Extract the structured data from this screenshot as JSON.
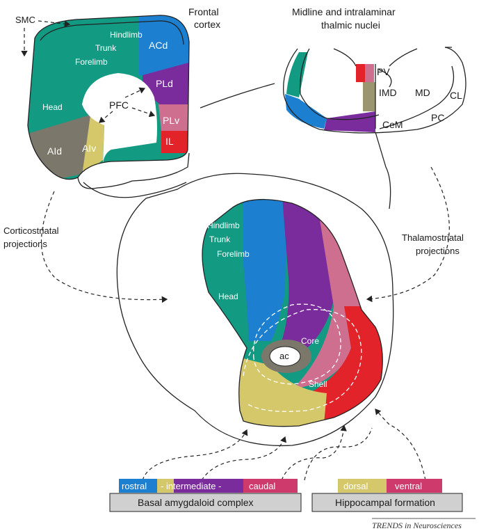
{
  "colors": {
    "teal": "#139a82",
    "blue": "#1c7fd0",
    "purple": "#7b2c9c",
    "pink": "#cf6f8f",
    "red": "#e2232a",
    "olive": "#d5c86b",
    "gray": "#7c776b"
  },
  "frontal": {
    "title_line1": "Frontal",
    "title_line2": "cortex",
    "smc": "SMC",
    "pfc": "PFC",
    "hindlimb": "Hindlimb",
    "trunk": "Trunk",
    "forelimb": "Forelimb",
    "head": "Head",
    "acd": "ACd",
    "pld": "PLd",
    "plv": "PLv",
    "il": "IL",
    "aid": "AId",
    "aiv": "AIv"
  },
  "thalamus": {
    "title_line1": "Midline and intralaminar",
    "title_line2": "thalmic nuclei",
    "pv": "PV",
    "imd": "IMD",
    "md": "MD",
    "cl": "CL",
    "pc": "PC",
    "cem": "CeM"
  },
  "projections": {
    "cortico_line1": "Corticostriatal",
    "cortico_line2": "projections",
    "thalamo_line1": "Thalamostriatal",
    "thalamo_line2": "projections"
  },
  "striatum": {
    "hindlimb": "Hindlimb",
    "trunk": "Trunk",
    "forelimb": "Forelimb",
    "head": "Head",
    "core": "Core",
    "ac": "ac",
    "shell": "Shell"
  },
  "legend": {
    "rostral": "rostral",
    "intermediate": "- intermediate -",
    "caudal": "caudal",
    "dorsal": "dorsal",
    "ventral": "ventral",
    "basal_box": "Basal amygdaloid complex",
    "hippo_box": "Hippocampal formation"
  },
  "credit": "TRENDS in Neurosciences"
}
